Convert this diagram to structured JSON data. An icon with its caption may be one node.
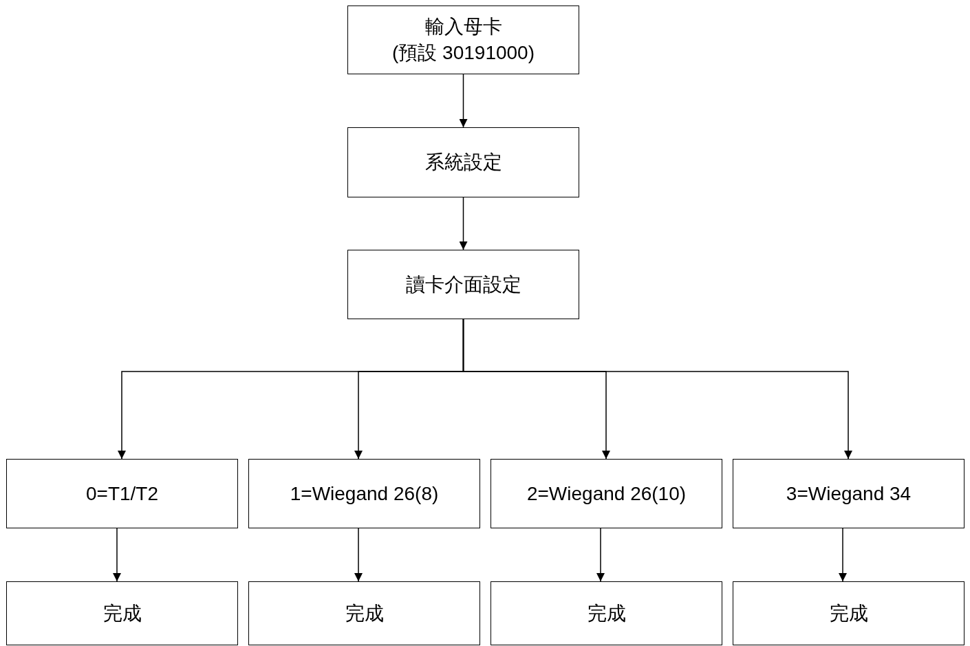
{
  "diagram": {
    "nodes": [
      {
        "text": [
          "輸入母卡",
          "(預設 30191000)"
        ]
      },
      {
        "text": [
          "系統設定"
        ]
      },
      {
        "text": [
          "讀卡介面設定"
        ]
      },
      {
        "text": [
          "0=T1/T2"
        ]
      },
      {
        "text": [
          "1=Wiegand 26(8)"
        ]
      },
      {
        "text": [
          "2=Wiegand 26(10)"
        ]
      },
      {
        "text": [
          "3=Wiegand 34"
        ]
      },
      {
        "text": [
          "完成"
        ]
      },
      {
        "text": [
          "完成"
        ]
      },
      {
        "text": [
          "完成"
        ]
      },
      {
        "text": [
          "完成"
        ]
      }
    ],
    "edges": [
      {
        "from": 0,
        "to": 1,
        "arrow": "to"
      },
      {
        "from": 1,
        "to": 2,
        "arrow": "to"
      },
      {
        "from": 2,
        "to": 3,
        "arrow": "to"
      },
      {
        "from": 2,
        "to": 4,
        "arrow": "to"
      },
      {
        "from": 2,
        "to": 5,
        "arrow": "to"
      },
      {
        "from": 2,
        "to": 6,
        "arrow": "to"
      },
      {
        "from": 3,
        "to": 7,
        "arrow": "to"
      },
      {
        "from": 4,
        "to": 8,
        "arrow": "to"
      },
      {
        "from": 5,
        "to": 9,
        "arrow": "to"
      },
      {
        "from": 6,
        "to": 10,
        "arrow": "to"
      }
    ]
  }
}
